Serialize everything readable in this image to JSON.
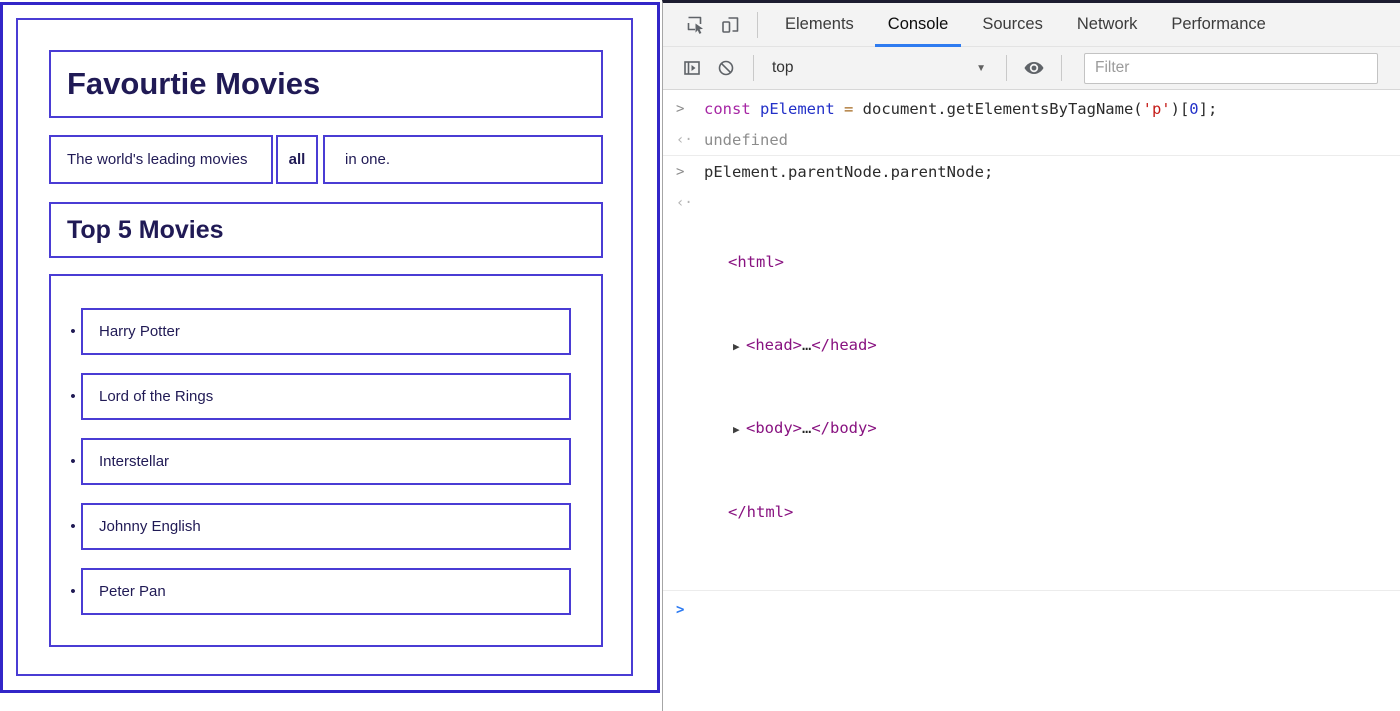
{
  "page": {
    "title": "Favourtie Movies",
    "tagline": {
      "part1": "The world's leading movies",
      "bold": "all",
      "part2": "in one."
    },
    "subtitle": "Top 5 Movies",
    "movies": [
      "Harry Potter",
      "Lord of the Rings",
      "Interstellar",
      "Johnny English",
      "Peter Pan"
    ]
  },
  "devtools": {
    "tabs": [
      {
        "label": "Elements",
        "active": false
      },
      {
        "label": "Console",
        "active": true
      },
      {
        "label": "Sources",
        "active": false
      },
      {
        "label": "Network",
        "active": false
      },
      {
        "label": "Performance",
        "active": false
      }
    ],
    "toolbar": {
      "context": "top",
      "filter_placeholder": "Filter"
    },
    "console": {
      "cmd1": {
        "keyword": "const ",
        "variable": "pElement",
        "operator": " = ",
        "code_open": "document.getElementsByTagName(",
        "string": "'p'",
        "code_mid": ")[",
        "number": "0",
        "code_end": "];"
      },
      "result1": "undefined",
      "cmd2": "pElement.parentNode.parentNode;",
      "result2": {
        "html_open": "<html>",
        "head_open": "<head>",
        "head_close": "</head>",
        "body_open": "<body>",
        "body_close": "</body>",
        "html_close": "</html>",
        "ellipsis": "…"
      }
    }
  },
  "icons": {
    "prompt": ">",
    "input_chevron": ">",
    "returned_arrow": "‹·",
    "expand_triangle": "▶",
    "dropdown_caret": "▼",
    "bullet": "•"
  },
  "colors": {
    "page_border": "#4a3cd4",
    "page_outer_border": "#3226c8",
    "page_text": "#201a55",
    "tab_underline": "#2e7bf0",
    "token_keyword": "#a626a4",
    "token_variable": "#2230c8",
    "token_string": "#c41a16",
    "token_number": "#2230c8",
    "token_operator": "#a5691e",
    "html_tag": "#881280",
    "prompt_blue": "#2c7af2"
  }
}
